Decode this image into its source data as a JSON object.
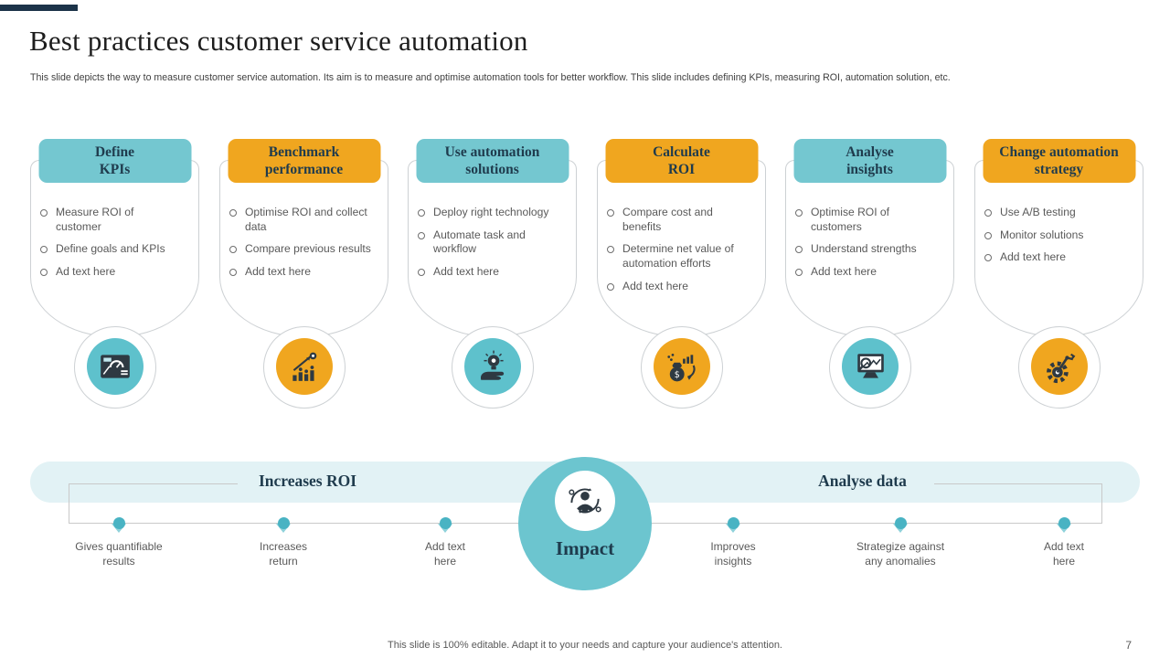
{
  "slide": {
    "title": "Best practices customer service automation",
    "subtitle": "This slide depicts the way to measure customer service automation. Its aim is to measure and optimise automation tools for better workflow. This slide includes defining KPIs, measuring ROI, automation solution, etc.",
    "footer": "This slide is 100% editable. Adapt it to your needs and capture your audience's attention.",
    "page_number": "7"
  },
  "colors": {
    "teal_header": "#74C7D0",
    "teal_icon_circle": "#5EC1CC",
    "orange": "#F0A61F",
    "navy_text": "#1F3B4D",
    "body_text": "#595959",
    "card_border": "#CDD1D4",
    "band_background": "#E2F2F5",
    "impact_circle": "#6CC5CF",
    "marker_teal": "#49B3C3",
    "accent_bar": "#1C3349"
  },
  "columns": [
    {
      "title": "Define\nKPIs",
      "accent": "teal",
      "icon": "dashboard-gauge-icon",
      "bullets": [
        "Measure ROI of customer",
        "Define goals and KPIs",
        "Ad text here"
      ]
    },
    {
      "title": "Benchmark\nperformance",
      "accent": "orange",
      "icon": "growth-chart-icon",
      "bullets": [
        "Optimise ROI and collect data",
        "Compare previous results",
        "Add text here"
      ]
    },
    {
      "title": "Use automation\nsolutions",
      "accent": "teal",
      "icon": "idea-hand-icon",
      "bullets": [
        "Deploy right technology",
        "Automate task and workflow",
        "Add text here"
      ]
    },
    {
      "title": "Calculate\nROI",
      "accent": "orange",
      "icon": "money-roi-icon",
      "bullets": [
        "Compare cost and benefits",
        "Determine net value of automation efforts",
        "Add text here"
      ]
    },
    {
      "title": "Analyse\ninsights",
      "accent": "teal",
      "icon": "monitor-analytics-icon",
      "bullets": [
        "Optimise ROI of customers",
        "Understand strengths",
        "Add text here"
      ]
    },
    {
      "title": "Change automation\nstrategy",
      "accent": "orange",
      "icon": "gear-automation-icon",
      "bullets": [
        "Use A/B testing",
        "Monitor solutions",
        "Add text here"
      ]
    }
  ],
  "timeline": {
    "left_band_label": "Increases ROI",
    "right_band_label": "Analyse data",
    "center": {
      "label": "Impact",
      "icon": "customer-orbit-icon"
    },
    "markers": [
      {
        "label": "Gives quantifiable\nresults"
      },
      {
        "label": "Increases\nreturn"
      },
      {
        "label": "Add text\nhere"
      },
      {
        "label": "Improves\ninsights"
      },
      {
        "label": "Strategize against\nany anomalies"
      },
      {
        "label": "Add text\nhere"
      }
    ]
  }
}
